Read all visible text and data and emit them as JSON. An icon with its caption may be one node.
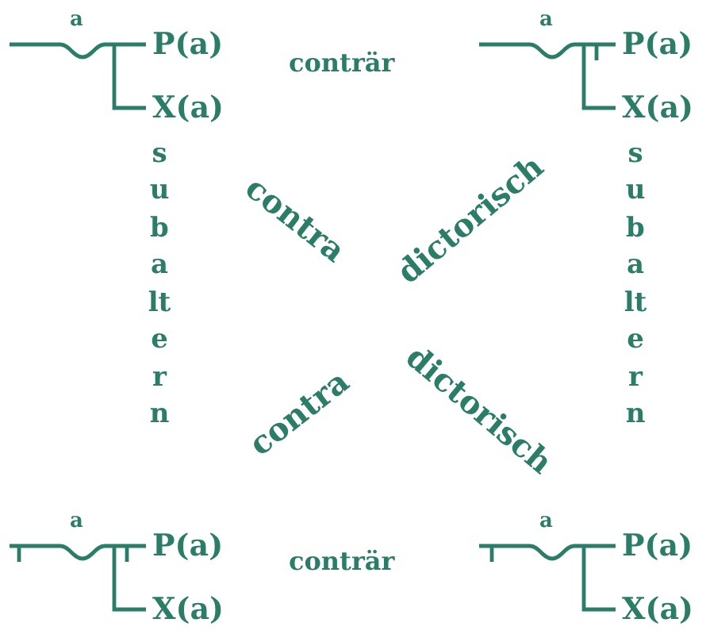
{
  "diagram": {
    "nodes": [
      {
        "text": [
          "a",
          "P(a)",
          "X(a)"
        ]
      },
      {
        "text": [
          "a",
          "P(a)",
          "X(a)"
        ]
      },
      {
        "text": [
          "a",
          "P(a)",
          "X(a)"
        ]
      },
      {
        "text": [
          "a",
          "P(a)",
          "X(a)"
        ]
      }
    ],
    "labels": [
      "conträr",
      "subaltern",
      "contra",
      "dictorisch",
      "subaltern",
      "contra",
      "dictorisch",
      "conträr"
    ]
  }
}
